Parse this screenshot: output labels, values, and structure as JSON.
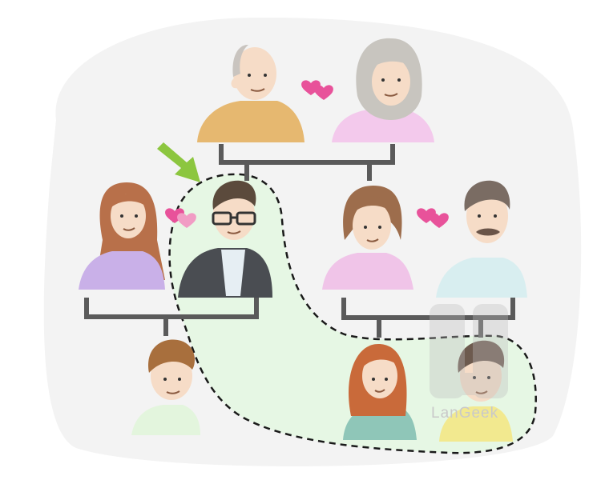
{
  "watermark": {
    "text": "LanGeek"
  },
  "colors": {
    "background_blob": "#f3f3f3",
    "highlight": "#e6f7e4",
    "tree_lines": "#5a5a5a",
    "arrow": "#8cc63f",
    "heart": "#e8529a",
    "dashed_outline": "#1a1a1a"
  },
  "people": [
    {
      "role": "grandfather",
      "shirt": "#e6b870",
      "hair": "#c9c4bf"
    },
    {
      "role": "grandmother",
      "shirt": "#f3c9ec",
      "hair": "#c8c5bf"
    },
    {
      "role": "wife",
      "shirt": "#c9b0e8",
      "hair": "#b8704a"
    },
    {
      "role": "husband-selected",
      "shirt": "#e6eef3",
      "hair": "#5b4a3c"
    },
    {
      "role": "sister",
      "shirt": "#f0c4e8",
      "hair": "#9d6d4c"
    },
    {
      "role": "sister-husband",
      "shirt": "#d8eef0",
      "hair": "#7a6c63"
    },
    {
      "role": "son",
      "shirt": "#e3f5dd",
      "hair": "#a86f3d"
    },
    {
      "role": "niece",
      "shirt": "#8fc6b8",
      "hair": "#c96a3a"
    },
    {
      "role": "nephew",
      "shirt": "#f2e98f",
      "hair": "#6d5a4e"
    }
  ]
}
